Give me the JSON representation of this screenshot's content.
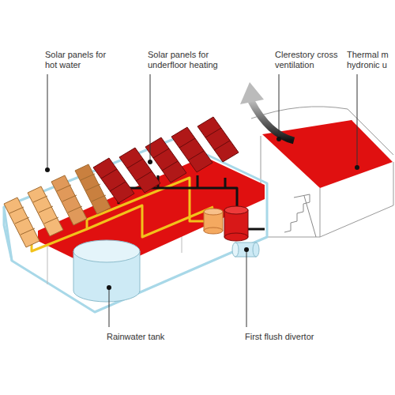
{
  "diagram": {
    "labels": [
      "Solar panels for hot water",
      "Solar panels for underfloor heating",
      "Clerestory cross ventilation",
      "Thermal m hydronic u",
      "Rainwater tank",
      "First flush divertor"
    ]
  }
}
